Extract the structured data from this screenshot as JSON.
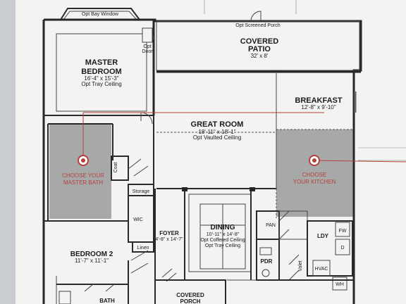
{
  "rooms": {
    "bay_window": "Opt Bay Window",
    "master_bedroom": {
      "name_line1": "MASTER",
      "name_line2": "BEDROOM",
      "size": "16'-4\" x 15'-3\"",
      "note": "Opt Tray Ceiling"
    },
    "opt_door": {
      "line1": "Opt",
      "line2": "Door"
    },
    "screened_porch": "Opt Screened Porch",
    "covered_patio": {
      "name_line1": "COVERED",
      "name_line2": "PATIO",
      "size": "32' x 8'"
    },
    "breakfast": {
      "name": "BREAKFAST",
      "size": "12'-8\" x 9'-10\""
    },
    "great_room": {
      "name": "GREAT ROOM",
      "size": "18'-11\" x 18'-1\"",
      "note": "Opt Vaulted Ceiling"
    },
    "master_bath": {
      "line1": "CHOOSE YOUR",
      "line2": "MASTER BATH"
    },
    "kitchen": {
      "line1": "CHOOSE",
      "line2": "YOUR KITCHEN"
    },
    "coat": "Coat",
    "storage": "Storage",
    "wic": "WIC",
    "foyer": {
      "name": "FOYER",
      "size": "4'-8\" x 14'-7\""
    },
    "dining": {
      "name": "DINING",
      "size": "10'-11\" x 14'-8\"",
      "note1": "Opt Coffered Ceiling",
      "note2": "Opt Tray Ceiling"
    },
    "pan": "PAN",
    "ldy": "LDY",
    "fw": "FW",
    "dryer": "D",
    "pdr": "PDR",
    "valet": "Valet",
    "hvac": "HVAC",
    "wh": "WH",
    "linen": "Linen",
    "bedroom2": {
      "name": "BEDROOM 2",
      "size": "11'-7\" x 11'-1\""
    },
    "bath": "BATH",
    "covered_porch": {
      "name_line1": "COVERED",
      "name_line2": "PORCH"
    }
  },
  "colors": {
    "background": "#c9ccd0",
    "paper": "#f3f3f1",
    "highlight_area": "#a7a9a8",
    "accent_red": "#b5413c",
    "wall": "#262626"
  },
  "icons": [
    "target-icon",
    "bullseye-icon"
  ]
}
